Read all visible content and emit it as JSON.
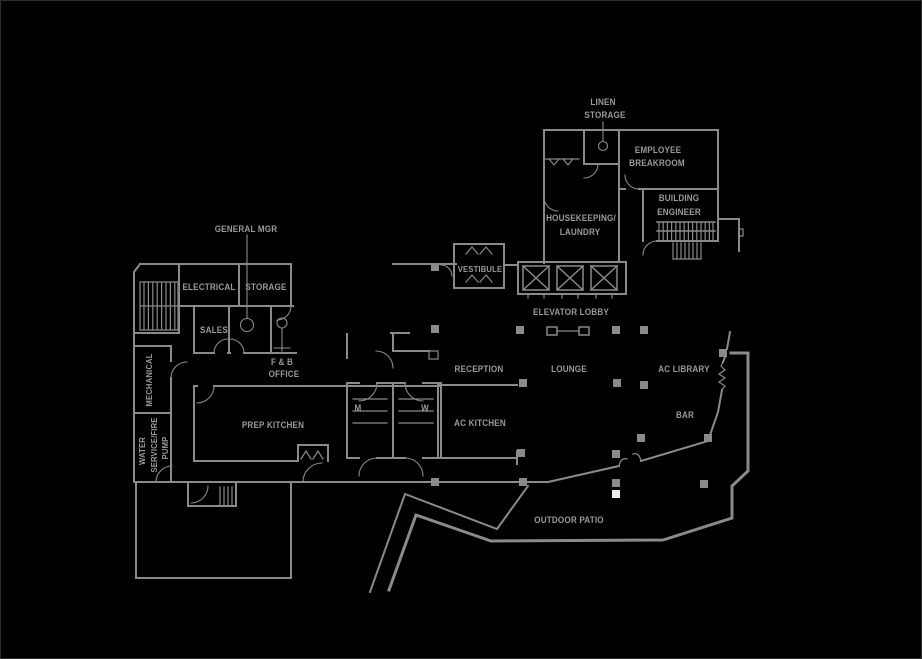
{
  "diagram": {
    "kind": "hotel ground floor plan",
    "background": "black-on-gray line drawing"
  },
  "colors": {
    "background": "#000000",
    "wall": "#8a8a8a",
    "text": "#9a9a9a"
  },
  "labels": {
    "linen_storage": [
      "LINEN",
      "STORAGE"
    ],
    "employee_breakroom": [
      "EMPLOYEE",
      "BREAKROOM"
    ],
    "building_engineer": [
      "BUILDING",
      "ENGINEER"
    ],
    "housekeeping_laundry": [
      "HOUSEKEEPING/",
      "LAUNDRY"
    ],
    "general_mgr": "GENERAL MGR",
    "electrical": "ELECTRICAL",
    "storage": "STORAGE",
    "sales": "SALES",
    "fb_office": [
      "F & B",
      "OFFICE"
    ],
    "mechanical": "MECHANICAL",
    "water_service_fire_pump": [
      "WATER",
      "SERVICE/FIRE",
      "PUMP"
    ],
    "prep_kitchen": "PREP KITCHEN",
    "vestibule": "VESTIBULE",
    "elevator_lobby": "ELEVATOR LOBBY",
    "reception": "RECEPTION",
    "lounge": "LOUNGE",
    "ac_library": "AC LIBRARY",
    "ac_kitchen": "AC KITCHEN",
    "bar": "BAR",
    "mens_restroom": "M",
    "womens_restroom": "W",
    "outdoor_patio": "OUTDOOR PATIO"
  }
}
